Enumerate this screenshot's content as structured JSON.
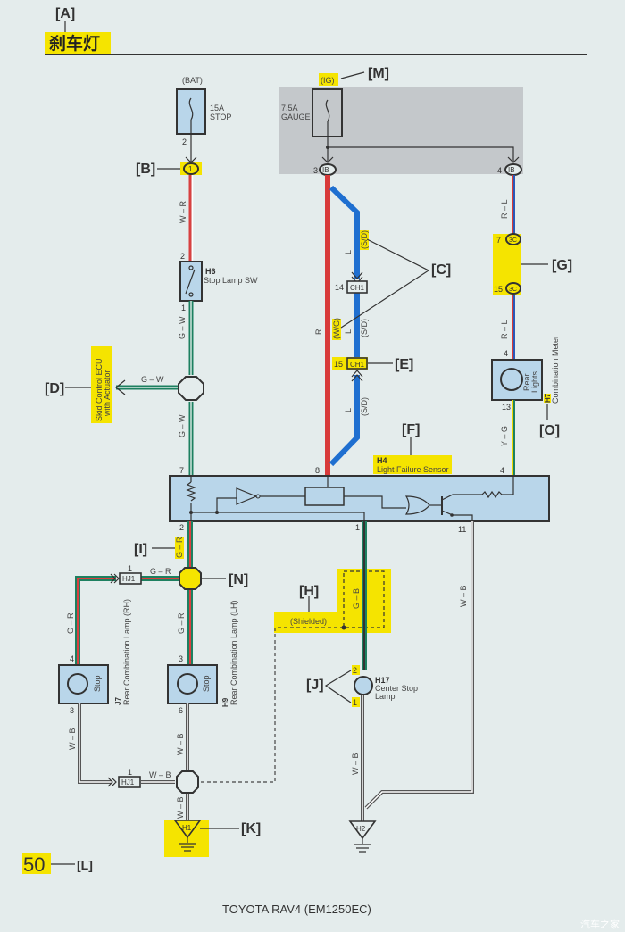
{
  "title": "刹车灯",
  "callouts": {
    "A": "[A]",
    "B": "[B]",
    "C": "[C]",
    "D": "[D]",
    "E": "[E]",
    "F": "[F]",
    "G": "[G]",
    "H": "[H]",
    "I": "[I]",
    "J": "[J]",
    "K": "[K]",
    "L": "[L]",
    "M": "[M]",
    "N": "[N]",
    "O": "[O]"
  },
  "fuses": {
    "stop": {
      "source": "(BAT)",
      "rating": "15A",
      "name": "STOP",
      "pin": "2"
    },
    "gauge": {
      "source": "(IG)",
      "rating": "7.5A",
      "name": "GAUGE"
    }
  },
  "connectors": {
    "b_pin": "1",
    "ib3_pin": "3",
    "ib4_pin": "4",
    "ib": "IB",
    "ch1": "CH1",
    "ch1_top_pin": "14",
    "ch1_bot_pin": "15",
    "c3": "3C",
    "c3_top_pin": "7",
    "c3_bot_pin": "15",
    "hj1": "HJ1",
    "hj1_pin": "1"
  },
  "wires": {
    "w_r": "W – R",
    "g_w": "G – W",
    "r": "R",
    "l": "L",
    "sd": "(S/D)",
    "wg": "(W/G)",
    "r_l": "R – L",
    "y_g": "Y – G",
    "g_r": "G – R",
    "g_b": "G – B",
    "w_b": "W – B"
  },
  "components": {
    "h6": {
      "code": "H6",
      "name": "Stop Lamp SW",
      "pin_top": "2",
      "pin_bot": "1"
    },
    "skid": {
      "line1": "Skid Control ECU",
      "line2": "with Actuator"
    },
    "h7": {
      "code": "H7",
      "name": "Combination Meter",
      "lamp": "Rear",
      "lamp2": "Lights",
      "pin_top": "4",
      "pin_bot": "13"
    },
    "h4": {
      "code": "H4",
      "name": "Light Failure Sensor",
      "pin7": "7",
      "pin8": "8",
      "pin4": "4",
      "pin2": "2",
      "pin1": "1",
      "pin11": "11"
    },
    "j7": {
      "code": "J7",
      "name": "Rear Combination Lamp (RH)",
      "lamp": "Stop",
      "pin_top": "4",
      "pin_bot": "3"
    },
    "h9": {
      "code": "H9",
      "name": "Rear Combination Lamp (LH)",
      "lamp": "Stop",
      "pin_top": "3",
      "pin_bot": "6"
    },
    "h17": {
      "code": "H17",
      "name1": "Center Stop",
      "name2": "Lamp",
      "pin_top": "2",
      "pin_bot": "1"
    },
    "shielded": "(Shielded)",
    "h1": "H1",
    "h2": "H2"
  },
  "page_number": "50",
  "footer": "TOYOTA RAV4 (EM1250EC)",
  "watermark": "汽车之家"
}
